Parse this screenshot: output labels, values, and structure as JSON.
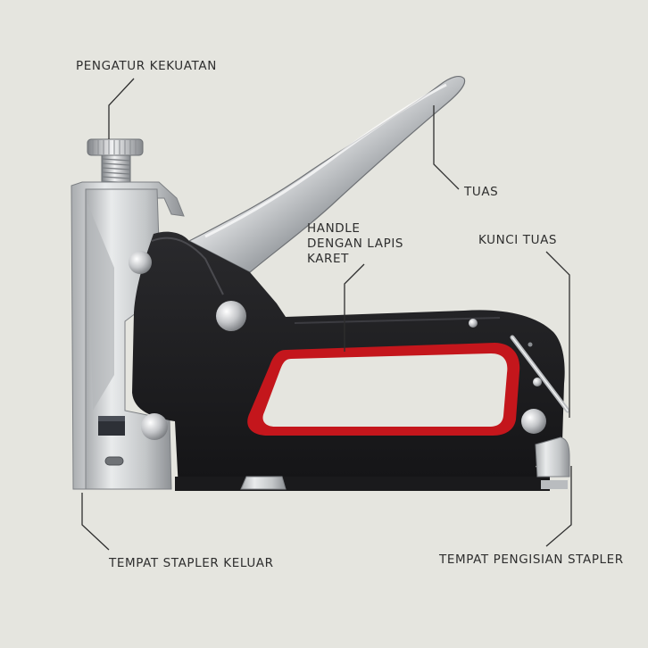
{
  "labels": {
    "pengatur": "PENGATUR KEKUATAN",
    "tuas": "TUAS",
    "handle": [
      "HANDLE",
      "DENGAN LAPIS",
      "KARET"
    ],
    "kunci": "KUNCI TUAS",
    "keluar": "TEMPAT STAPLER KELUAR",
    "pengisian": "TEMPAT PENGISIAN STAPLER"
  },
  "colors": {
    "background": "#e5e5df",
    "body": "#1d1d1f",
    "rubber": "#c4161c",
    "metal": "#c9cbcd",
    "leader_line": "#2e2e2e"
  }
}
